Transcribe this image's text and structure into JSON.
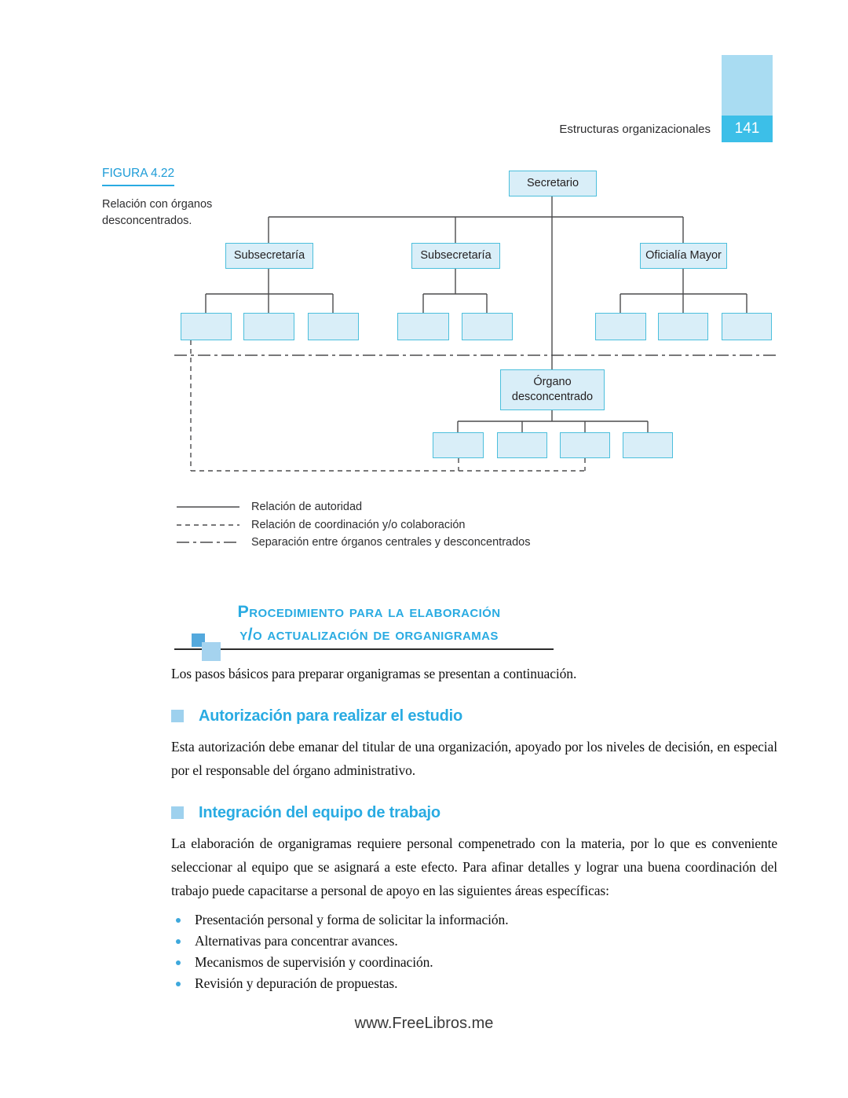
{
  "header": {
    "running_title": "Estructuras organizacionales",
    "page_number": "141"
  },
  "figure": {
    "label": "FIGURA 4.22",
    "caption": "Relación con órganos desconcentrados.",
    "nodes": {
      "secretario": "Secretario",
      "subsecretaria_1": "Subsecretaría",
      "subsecretaria_2": "Subsecretaría",
      "oficialia_mayor": "Oficialía Mayor",
      "organo_desconcentrado": "Órgano desconcentrado"
    },
    "legend": [
      {
        "style": "solid",
        "label": "Relación de autoridad"
      },
      {
        "style": "dashed",
        "label": "Relación de coordinación y/o colaboración"
      },
      {
        "style": "dashdot",
        "label": "Separación entre órganos centrales y desconcentrados"
      }
    ]
  },
  "section": {
    "title_line1": "Procedimiento para la elaboración",
    "title_line2": "y/o actualización de organigramas",
    "intro": "Los pasos básicos para preparar organigramas se presentan a continuación.",
    "subsections": [
      {
        "title": "Autorización para realizar el estudio",
        "body": "Esta autorización debe emanar del titular de una organización, apoyado por los niveles de decisión, en especial por el responsable del órgano administrativo."
      },
      {
        "title": "Integración del equipo de trabajo",
        "body": "La elaboración de organigramas requiere personal compenetrado con la materia, por lo que es conveniente seleccionar al equipo que se asignará a este efecto. Para afinar detalles y lograr una buena coordinación del trabajo puede capacitarse a personal de apoyo en las siguientes áreas específicas:",
        "bullets": [
          "Presentación personal y forma de solicitar la información.",
          "Alternativas para concentrar avances.",
          "Mecanismos de supervisión y coordinación.",
          "Revisión y depuración de propuestas."
        ]
      }
    ]
  },
  "footer": {
    "url": "www.FreeLibros.me"
  },
  "colors": {
    "accent_blue": "#29abe2",
    "box_fill": "#d9eef8",
    "box_border": "#4cbfdc",
    "tab_light": "#a9dcf2",
    "tab_dark": "#3cbfe8",
    "connector_gray": "#4b4b4d"
  }
}
